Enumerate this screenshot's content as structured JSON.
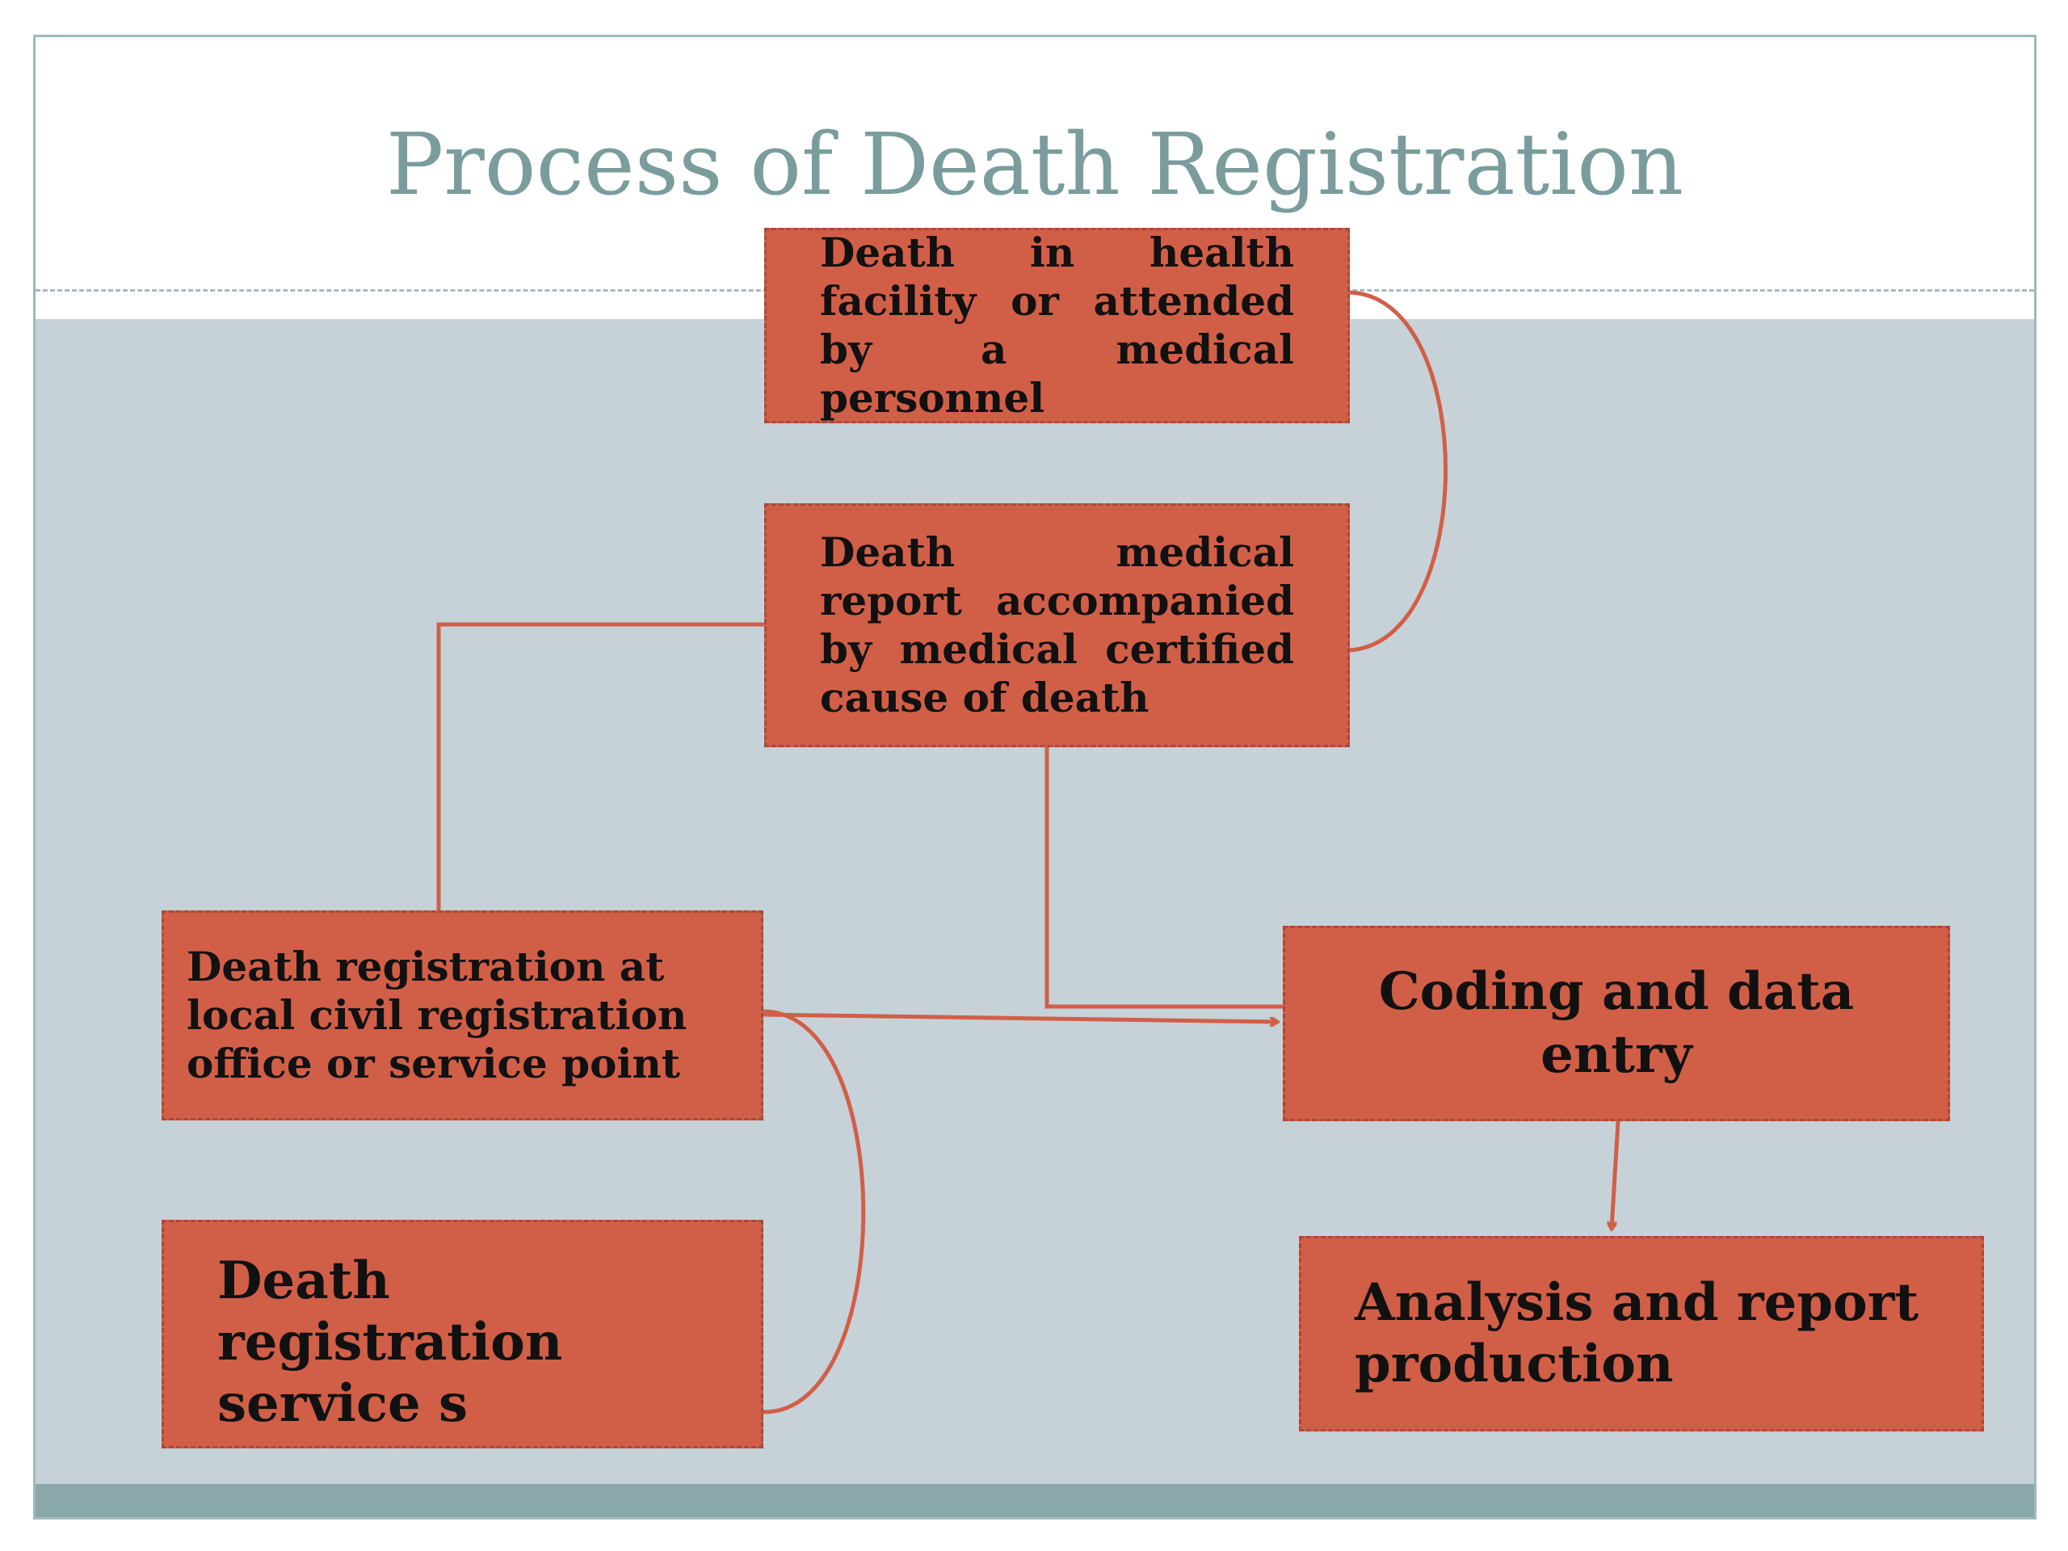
{
  "slide": {
    "title": "Process of Death Registration"
  },
  "nodes": {
    "health_facility": "Death in health facility or attended by a medical personnel",
    "medical_report": "Death medical report accompanied by medical certified cause of death",
    "local_registration": "Death registration at local civil registration office or service point",
    "coding": "Coding and data entry",
    "registration_services": "Death registration service s",
    "analysis": "Analysis and report production"
  },
  "colors": {
    "node_fill": "#d15f48",
    "connector": "#d15f48",
    "title": "#7a9c9c",
    "content_band": "#c6d2d8",
    "footer_band": "#8aa8aa"
  }
}
